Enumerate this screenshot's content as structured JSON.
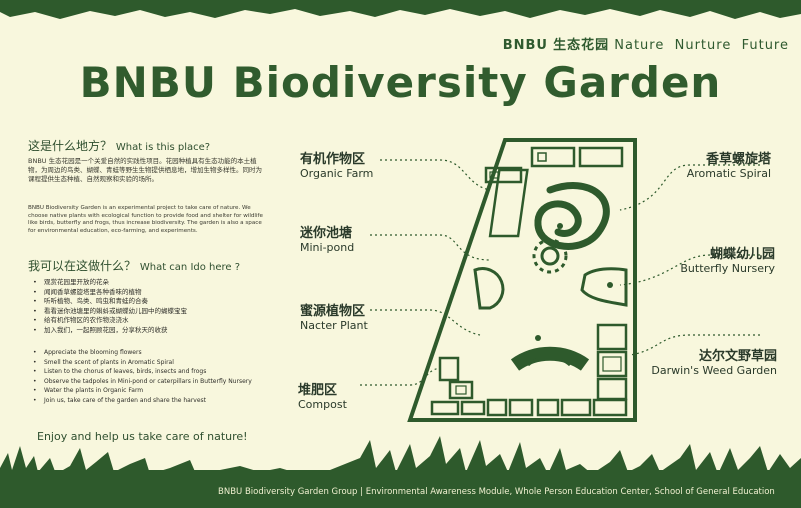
{
  "header": {
    "brand": "BNBU",
    "brand_cn": "生态花园",
    "tagline_words": [
      "Nature",
      "Nurture",
      "Future"
    ],
    "title": "BNBU Biodiversity Garden"
  },
  "intro": {
    "heading_cn": "这是什么地方？",
    "heading_en": "What is this place?",
    "para_cn": "BNBU 生态花园是一个关爱自然的实践性项目。花园种植具有生态功能的本土植物，为周边的鸟类、蝴蝶、青蛙等野生生物提供栖息地，增加生物多样性。同时为课程提供生态种植、自然观察和实验的场所。",
    "para_en": "BNBU Biodiversity Garden is an experimental project to take care of nature. We choose native plants with ecological function to provide food and shelter for wildlife like birds, butterfly and frogs, thus increase biodiversity. The garden is also a space for environmental education, eco-farming, and experiments."
  },
  "activities": {
    "heading_cn": "我可以在这做什么？",
    "heading_en": "What can Ido here ?",
    "items_cn": [
      "观赏花园里开放的花朵",
      "闻闻香草螺旋塔里各种香味的植物",
      "听听植物、鸟类、鸣虫和青蛙的合奏",
      "看看迷你池塘里的蝌蚪或蝴蝶幼儿园中的蝴蝶宝宝",
      "给有机作物区的农作物浇浇水",
      "加入我们，一起照顾花园，分享秋天的收获"
    ],
    "items_en": [
      "Appreciate the blooming flowers",
      "Smell the scent of plants in Aromatic Spiral",
      "Listen to the chorus of leaves, birds, insects and frogs",
      "Observe the tadpoles in Mini-pond or caterpillars in Butterfly Nursery",
      "Water the plants in Organic Farm",
      "Join us, take care of the garden and share the harvest"
    ]
  },
  "enjoy": "Enjoy and help us take care of nature!",
  "map_labels": {
    "organic_farm": {
      "cn": "有机作物区",
      "en": "Organic Farm"
    },
    "mini_pond": {
      "cn": "迷你池塘",
      "en": "Mini-pond"
    },
    "nectar_plant": {
      "cn": "蜜源植物区",
      "en": "Nacter Plant"
    },
    "compost": {
      "cn": "堆肥区",
      "en": "Compost"
    },
    "aromatic_spiral": {
      "cn": "香草螺旋塔",
      "en": "Aromatic Spiral"
    },
    "butterfly_nursery": {
      "cn": "蝴蝶幼儿园",
      "en": "Butterfly Nursery"
    },
    "darwins_weed_garden": {
      "cn": "达尔文野草园",
      "en": "Darwin's Weed Garden"
    }
  },
  "footer": "BNBU Biodiversity Garden Group | Environmental Awareness Module, Whole Person Education Center, School of General Education",
  "colors": {
    "background": "#f8f7dd",
    "dark_green": "#2e5a2c",
    "title_green": "#315c2e"
  }
}
